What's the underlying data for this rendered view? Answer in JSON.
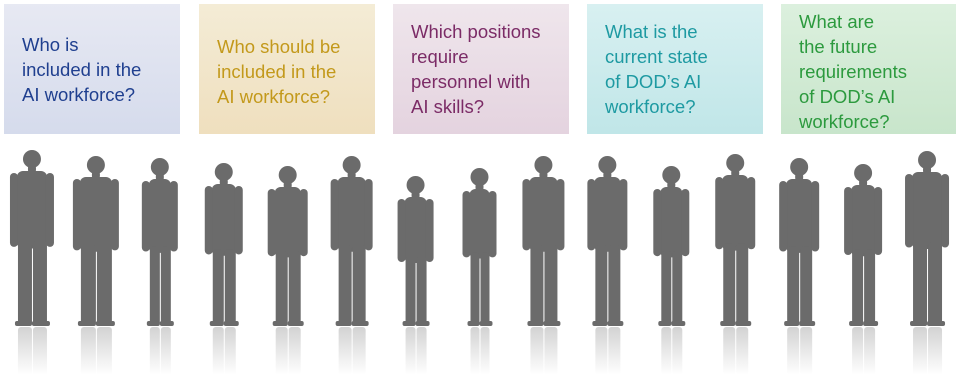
{
  "questions": [
    {
      "text": "Who is\nincluded in the\nAI workforce?",
      "color": "#1f3f8f"
    },
    {
      "text": "Who should be\nincluded in the\nAI workforce?",
      "color": "#c3991b"
    },
    {
      "text": "Which positions\nrequire\npersonnel with\nAI skills?",
      "color": "#7b2b66"
    },
    {
      "text": "What is the\ncurrent state\nof DOD’s AI\nworkforce?",
      "color": "#1e9aa2"
    },
    {
      "text": "What are\nthe future\nrequirements\nof DOD’s AI\nworkforce?",
      "color": "#2c9a3e"
    }
  ],
  "crowd": {
    "figure_count": 15,
    "silhouette_color": "#6b6b6b"
  }
}
